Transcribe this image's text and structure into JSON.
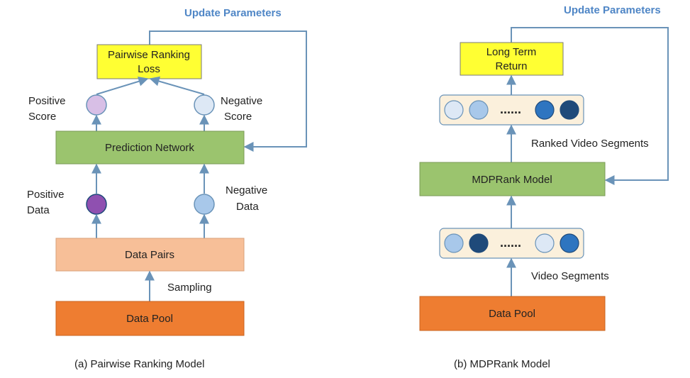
{
  "left": {
    "update_title": "Update Parameters",
    "loss_box": [
      "Pairwise Ranking",
      "Loss"
    ],
    "positive_score": [
      "Positive",
      "Score"
    ],
    "negative_score": [
      "Negative",
      "Score"
    ],
    "prediction_network": "Prediction Network",
    "positive_data": [
      "Positive",
      "Data"
    ],
    "negative_data": [
      "Negative",
      "Data"
    ],
    "data_pairs": "Data Pairs",
    "sampling": "Sampling",
    "data_pool": "Data Pool",
    "caption": "(a) Pairwise Ranking Model"
  },
  "right": {
    "update_title": "Update Parameters",
    "return_box": [
      "Long Term",
      "Return"
    ],
    "ellipsis": "......",
    "ranked_label": "Ranked Video Segments",
    "model_box": "MDPRank Model",
    "segments_label": "Video Segments",
    "data_pool": "Data Pool",
    "caption": "(b) MDPRank Model"
  },
  "colors": {
    "loss_yellow": "#ffff33",
    "prediction_green": "#9bc46e",
    "data_pairs_peach": "#f7bf98",
    "data_pool_orange": "#ee7d31",
    "title_blue": "#4f86c6",
    "arrow_blue": "#6a93b8",
    "circle_purple_light": "#d8bfe6",
    "circle_purple_dark": "#8f50b0",
    "circle_blue_pale": "#dde8f5",
    "circle_blue_light": "#a8c8ea",
    "circle_blue_mid": "#2e75c0",
    "circle_blue_dark": "#1f4a7a",
    "segment_panel": "#fbf0dc"
  }
}
